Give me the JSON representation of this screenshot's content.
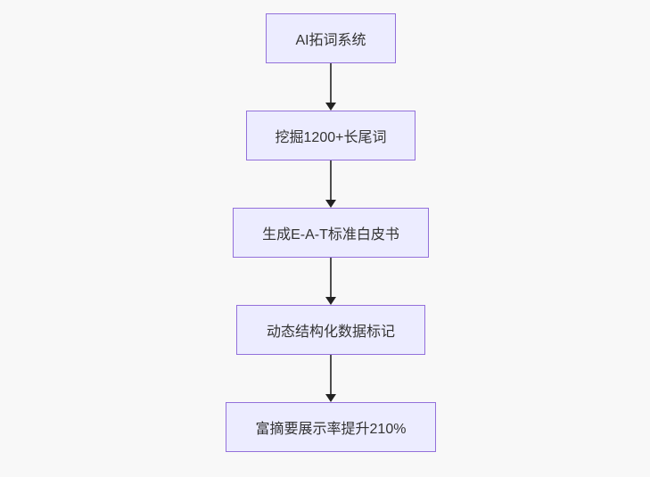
{
  "diagram": {
    "type": "flowchart",
    "direction": "top-down",
    "colors": {
      "background": "#f8f8f8",
      "node_fill": "#ECECFF",
      "node_border": "#9370DB",
      "text": "#333333",
      "arrow": "#333333"
    },
    "nodes": [
      {
        "id": "n1",
        "label": "AI拓词系统"
      },
      {
        "id": "n2",
        "label": "挖掘1200+长尾词"
      },
      {
        "id": "n3",
        "label": "生成E-A-T标准白皮书"
      },
      {
        "id": "n4",
        "label": "动态结构化数据标记"
      },
      {
        "id": "n5",
        "label": "富摘要展示率提升210%"
      }
    ],
    "edges": [
      {
        "from": "n1",
        "to": "n2"
      },
      {
        "from": "n2",
        "to": "n3"
      },
      {
        "from": "n3",
        "to": "n4"
      },
      {
        "from": "n4",
        "to": "n5"
      }
    ]
  }
}
